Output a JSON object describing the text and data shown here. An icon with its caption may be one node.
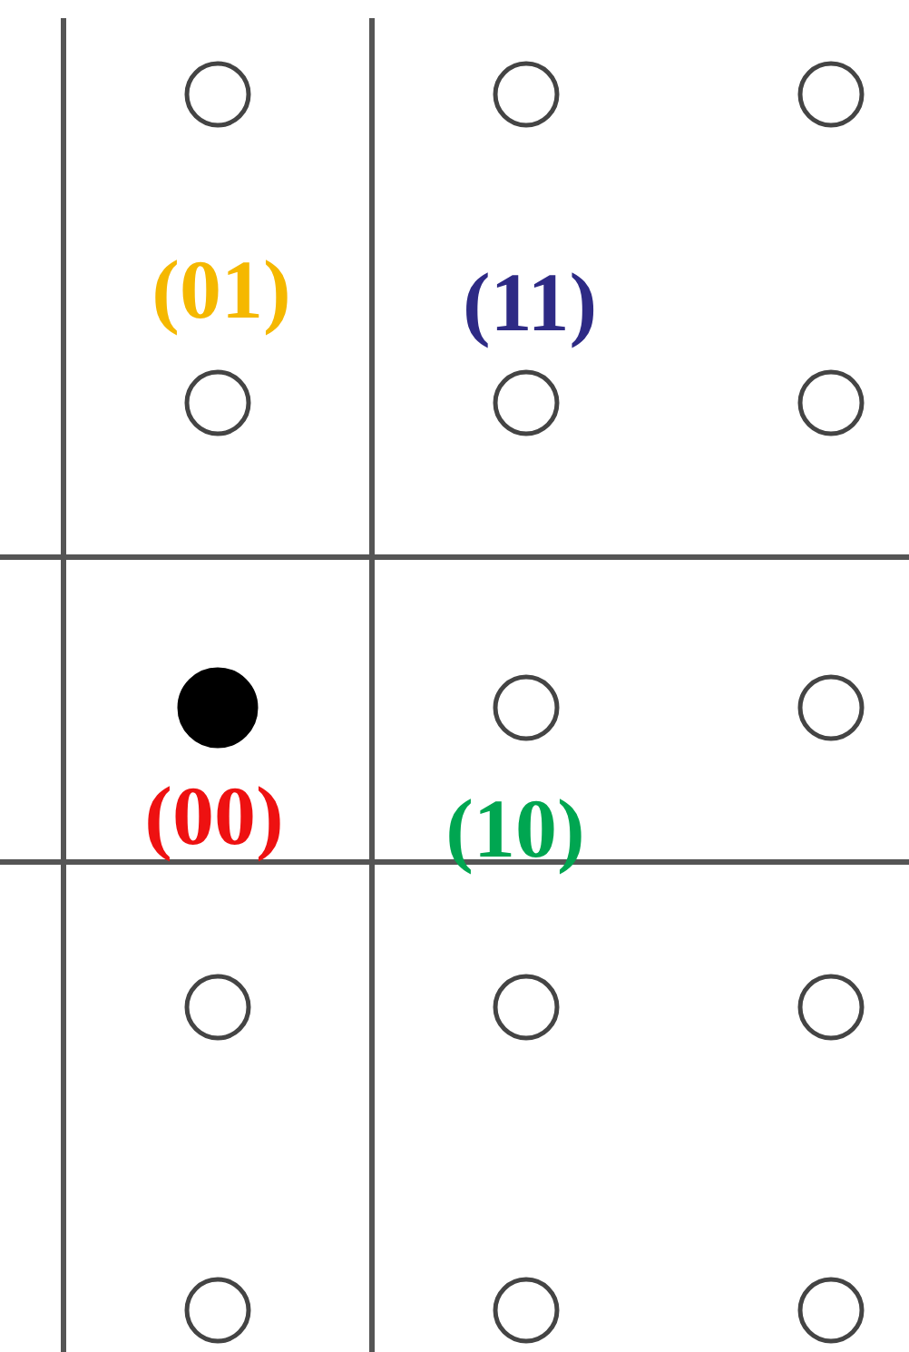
{
  "diagram": {
    "labels": [
      "(01)",
      "(11)",
      "(00)",
      "(10)"
    ]
  }
}
